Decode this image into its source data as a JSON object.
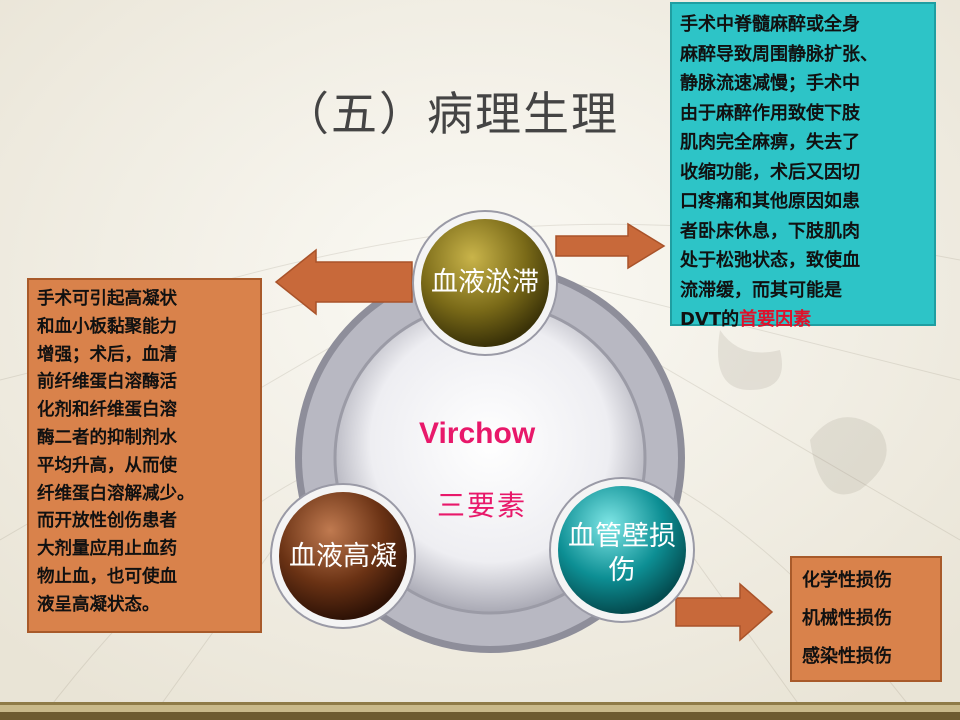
{
  "slide": {
    "title": "（五）病理生理",
    "center": {
      "name": "Virchow",
      "subtitle": "三要素"
    },
    "circles": {
      "stasis": {
        "lines": [
          "血液淤滞"
        ]
      },
      "hypercoagulation": {
        "lines": [
          "血液高凝"
        ]
      },
      "vessel": {
        "lines": [
          "血管壁损",
          "伤"
        ]
      }
    },
    "stasis_box": {
      "lines": [
        "手术中脊髓麻醉或全身",
        "麻醉导致周围静脉扩张、",
        "静脉流速减慢；手术中",
        "由于麻醉作用致使下肢",
        "肌肉完全麻痹，失去了",
        "收缩功能，术后又因切",
        "口疼痛和其他原因如患",
        "者卧床休息，下肢肌肉",
        "处于松弛状态，致使血",
        "流滞缓，而其可能是"
      ],
      "last_prefix": "DVT的",
      "highlight": "首要因素"
    },
    "coag_box": {
      "lines": [
        "手术可引起高凝状",
        "和血小板黏聚能力",
        "增强；术后，血清",
        "前纤维蛋白溶酶活",
        "化剂和纤维蛋白溶",
        "酶二者的抑制剂水",
        "平均升高，从而使",
        "纤维蛋白溶解减少。",
        "而开放性创伤患者",
        "大剂量应用止血药",
        "物止血，也可使血",
        "液呈高凝状态。"
      ]
    },
    "injury_box": {
      "items": [
        "化学性损伤",
        "机械性损伤",
        "感染性损伤"
      ]
    }
  },
  "colors": {
    "teal_box": "#2dc4c7",
    "orange_box": "#d9824b",
    "arrow": "#c8693a",
    "accent_red": "#e0102a",
    "virchow_pink": "#e8186a",
    "olive_circle": "#7a6a18",
    "brown_circle": "#6a3214",
    "teal_circle": "#0d8f94"
  }
}
